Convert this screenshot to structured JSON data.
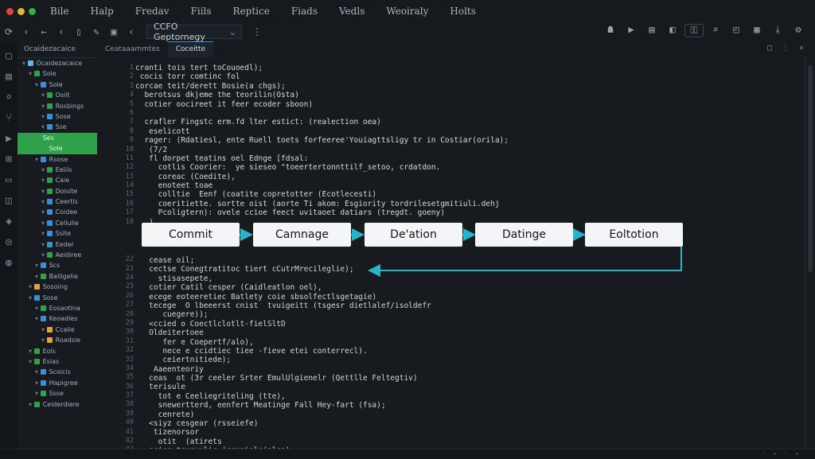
{
  "menubar": {
    "items": [
      "Bile",
      "Halp",
      "Fredav",
      "Fiils",
      "Reptice",
      "Fiads",
      "Vedls",
      "Weoiraly",
      "Holts"
    ]
  },
  "toolbar": {
    "path_value": "CCFO Geptornegy"
  },
  "sidebar": {
    "header": "Ocaidezacaice",
    "items": [
      {
        "label": "Ocaidezacaice",
        "indent": 0,
        "color": "#66b3e8"
      },
      {
        "label": "Soie",
        "indent": 1,
        "color": "#2fa14a"
      },
      {
        "label": "Sole",
        "indent": 2,
        "color": "#3a8fd6"
      },
      {
        "label": "Osiit",
        "indent": 3,
        "color": "#2fa14a"
      },
      {
        "label": "Rosbings",
        "indent": 3,
        "color": "#2fa14a"
      },
      {
        "label": "Sose",
        "indent": 3,
        "color": "#3a8fd6"
      },
      {
        "label": "Sse",
        "indent": 3,
        "color": "#3a8fd6"
      },
      {
        "label": "Ses",
        "indent": 1,
        "color": "#2fa14a",
        "selected": true
      },
      {
        "label": "Sole",
        "indent": 2,
        "color": "#2fa14a",
        "selected": true
      },
      {
        "label": "Rsose",
        "indent": 2,
        "color": "#3a8fd6"
      },
      {
        "label": "Eeiiis",
        "indent": 3,
        "color": "#2fa14a"
      },
      {
        "label": "Caie",
        "indent": 3,
        "color": "#2fa14a"
      },
      {
        "label": "Doisite",
        "indent": 3,
        "color": "#2fa14a"
      },
      {
        "label": "Ceertis",
        "indent": 3,
        "color": "#3a8fd6"
      },
      {
        "label": "Coidee",
        "indent": 3,
        "color": "#3a8fd6"
      },
      {
        "label": "Cellulie",
        "indent": 3,
        "color": "#3a8fd6"
      },
      {
        "label": "Ssite",
        "indent": 3,
        "color": "#3a8fd6"
      },
      {
        "label": "Eeder",
        "indent": 3,
        "color": "#3a8fd6"
      },
      {
        "label": "Aeidiree",
        "indent": 3,
        "color": "#2fa14a"
      },
      {
        "label": "Scs",
        "indent": 2,
        "color": "#3a8fd6"
      },
      {
        "label": "Balligelie",
        "indent": 2,
        "color": "#2fa14a"
      },
      {
        "label": "Sosoing",
        "indent": 1,
        "color": "#e2a33c"
      },
      {
        "label": "Sose",
        "indent": 1,
        "color": "#3a8fd6"
      },
      {
        "label": "Eosaotina",
        "indent": 2,
        "color": "#2fa14a"
      },
      {
        "label": "Keoadies",
        "indent": 2,
        "color": "#3a8fd6"
      },
      {
        "label": "Ccalie",
        "indent": 3,
        "color": "#e2a33c"
      },
      {
        "label": "Roadsie",
        "indent": 3,
        "color": "#e2a33c"
      },
      {
        "label": "Eols",
        "indent": 1,
        "color": "#2fa14a"
      },
      {
        "label": "Esias",
        "indent": 1,
        "color": "#2fa14a"
      },
      {
        "label": "Scoicis",
        "indent": 2,
        "color": "#3a8fd6"
      },
      {
        "label": "Hapigree",
        "indent": 2,
        "color": "#3a8fd6"
      },
      {
        "label": "Ssse",
        "indent": 2,
        "color": "#2fa14a"
      },
      {
        "label": "Ceiderdiere",
        "indent": 1,
        "color": "#2fa14a"
      }
    ]
  },
  "tabs": [
    {
      "label": "Ceataaammtes",
      "active": false
    },
    {
      "label": "Coceitte",
      "active": true
    }
  ],
  "code": {
    "top_lines": [
      "cranti tois tert toCouoedl);",
      " cocis torr comtinc fol",
      "corcae teit/derett Bosie(a chgs);",
      "  berotsus dkjeme the teorilin(Osta)",
      "  cotier oocireet it feer ecoder sboon)",
      "",
      "  crafler Fingstc erm.fd lter estict: (realection oea)",
      "   eselicott",
      "  rager: (Rdatiesl, ente Ruell toets forfeeree'Youiagttsligy tr in Costiar(orila);",
      "   (7/2",
      "   fl dorpet teatins oel Ednge [fdsal:",
      "     cotlis Coorier:  ye sieseo \"toeertertonnttilf_setoo, crdatdon.",
      "     coreac (Coedite),",
      "     enoteet toae",
      "     colltie  Eenf (coatite copretotter (Ecotlecesti)",
      "     coeritiette. sortte oist (aorte Ti akom: Esgiority tordrilesetgmitiuli.dehj",
      "     Pcoligtern): ovele ccioe feect uvitaoet datiars (tregdt. goeny)",
      "   )"
    ],
    "bottom_lines": [
      "   cease oil;",
      "   cectse Conegtratitoc tiert cCutrMrecileglie);",
      "     stisasepete,",
      "   cotier Catil cesper (Caidleatlon oel),",
      "   ecege eoteeretiec Batlety coie sbsolfectlsgetagie)",
      "   tecege  O lbeeerst cnist  tvuigeitt (tsgesr dietlalef/isoldefr",
      "      cuegere));",
      "   <ccied o Coectlclotlt-fielSltD",
      "   Oldeitertoee",
      "      fer e Coepertf/alo),",
      "      nece e ccidtiec tiee -fieve etei conterrecl).",
      "      ceiertnitiede);",
      "    Aaeenteoriy",
      "   ceas  ot (3r ceeler Srter EmulUlgienelr (Qettlle Feltegtiv)",
      "   terisule",
      "     tot e Ceeliegriteling (tte),",
      "     snewertterd, eenfert Meatinge Fall Hey-fart (fsa);",
      "     cenrete)",
      "   <siyz cesgear (rsseiefe)",
      "    tizenorsor",
      "     otit  (atirets",
      "   osies tousuulie (rrusisle(olgs);"
    ]
  },
  "flow": {
    "steps": [
      "Commit",
      "Camnage",
      "De'ation",
      "Datinge",
      "Eoltotion"
    ],
    "accent": "#28b4c8"
  }
}
